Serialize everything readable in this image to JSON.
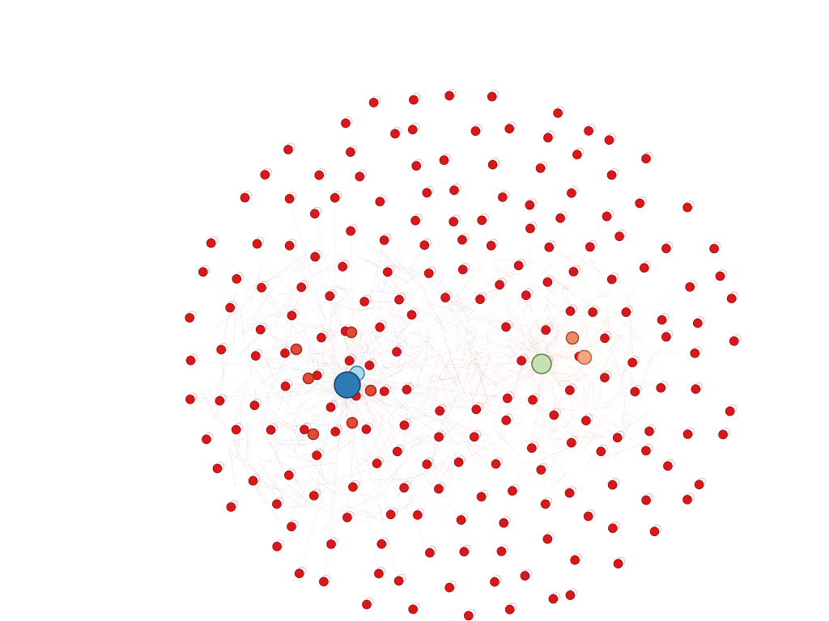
{
  "graph": {
    "layout": "force-directed",
    "colors": {
      "background": "#ffffff",
      "default_node": "#d7191c",
      "node_stroke": "#8b0000",
      "edge_red": "#e23b3b",
      "edge_blue": "#3a5fcd",
      "edge_orange": "#f08a4b",
      "hub_primary": "#2c7bb6",
      "hub_secondary": "#abd9e9",
      "hub_green": "#c7e0b4",
      "hub_salmon": "#f4a582",
      "hub_coral": "#ef8a62",
      "hub_midred": "#e34a33"
    },
    "clusters": [
      {
        "name": "left-cluster",
        "hub": "primary-hub-node"
      },
      {
        "name": "right-cluster",
        "hub": "green-hub-node"
      }
    ]
  }
}
